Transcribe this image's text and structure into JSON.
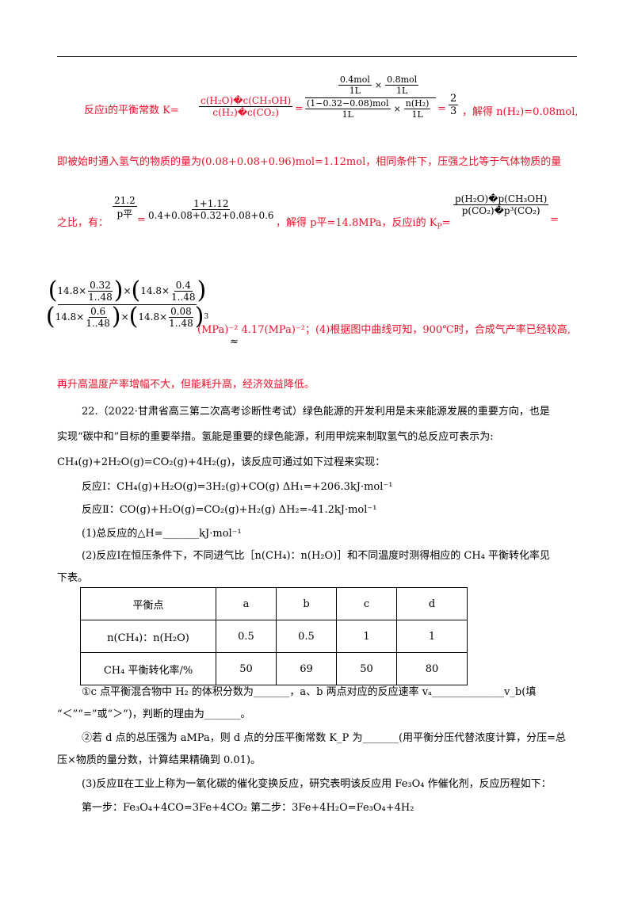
{
  "sol": {
    "k_prefix": "反应ⅰ的平衡常数 K=",
    "k_expr_num": "c(H₂O)�c(CH₃OH)",
    "k_expr_den": "c(H₂)�c(CO₂)",
    "f1_num_a": "0.4mol",
    "f1_den_a": "1L",
    "f1_num_b": "0.8mol",
    "f1_den_b": "1L",
    "f1_num_c": "(1−0.32−0.08)mol",
    "f1_den_c": "1L",
    "f1_num_d": "n(H₂)",
    "f1_den_d": "1L",
    "times": "×",
    "eq": "=",
    "two": "2",
    "three": "3",
    "k_result": "，解得 n(H₂)=0.08mol,",
    "line2": "即被始时通入氢气的物质的量为(0.08+0.08+0.96)mol=1.12mol，相同条件下，压强之比等于气体物质的量",
    "line3_prefix": "之比，有：",
    "f2_num": "21.2",
    "f2_den": "p平",
    "f3_num": "1+1.12",
    "f3_den": "0.4+0.08+0.32+0.08+0.6",
    "line3_mid": "，解得 p平=14.8MPa，反应ⅰ的 K",
    "kp_sub": "P",
    "line3_eq": "=",
    "kp_num": "p(H₂O)�p(CH₃OH)",
    "kp_den": "p(CO₂)�p³(CO₂)",
    "line3_end": "=",
    "b1_v": "14.8×",
    "b1_n": "0.32",
    "b1_d": "1..48",
    "b2_v": "14.8×",
    "b2_n": "0.4",
    "b2_d": "1..48",
    "b3_v": "14.8×",
    "b3_n": "0.6",
    "b3_d": "1..48",
    "b4_v": "14.8×",
    "b4_n": "0.08",
    "b4_d": "1..48",
    "b4_exp": "3",
    "line4_tail": "(MPa)⁻²  4.17(MPa)⁻²；(4)根据图中曲线可知，900℃时，合成气产率已经较高,",
    "approx": "≈",
    "line5": "再升高温度产率增幅不大，但能耗升高，经济效益降低。"
  },
  "q22": {
    "p1": "22.（2022·甘肃省高三第二次高考诊断性考试）绿色能源的开发利用是未来能源发展的重要方向，也是",
    "p2": "实现“碳中和”目标的重要举措。氢能是重要的绿色能源，利用甲烷来制取氢气的总反应可表示为:",
    "p3": "CH₄(g)+2H₂O(g)=CO₂(g)+4H₂(g)，该反应可通过如下过程来实现：",
    "r1": "反应Ⅰ：CH₄(g)+H₂O(g)=3H₂(g)+CO(g)  ΔH₁=+206.3kJ·mol⁻¹",
    "r2": "反应Ⅱ：CO(g)+H₂O(g)=CO₂(g)+H₂(g)  ΔH₂=-41.2kJ·mol⁻¹",
    "s1": "(1)总反应的△H=_______kJ·mol⁻¹",
    "s2a": "(2)反应Ⅰ在恒压条件下，不同进气比［n(CH₄)：n(H₂O)］和不同温度时测得相应的 CH₄ 平衡转化率见",
    "s2b": "下表。",
    "table": {
      "headers": [
        "平衡点",
        "a",
        "b",
        "c",
        "d"
      ],
      "rows": [
        [
          "n(CH₄)：n(H₂O)",
          "0.5",
          "0.5",
          "1",
          "1"
        ],
        [
          "CH₄ 平衡转化率/%",
          "50",
          "69",
          "50",
          "80"
        ]
      ]
    },
    "c1": "①c 点平衡混合物中 H₂ 的体积分数为_______，a、b 两点对应的反应速率 vₐ______________v_b(填",
    "c2": "“＜”“=”或“＞”)，判断的理由为_______。",
    "c3": "②若 d 点的总压强为 aMPa，则 d 点的分压平衡常数 K_P 为_______(用平衡分压代替浓度计算，分压=总",
    "c4": "压×物质的量分数，计算结果精确到 0.01)。",
    "s3a": "(3)反应Ⅱ在工业上称为一氧化碳的催化变换反应，研究表明该反应用 Fe₃O₄ 作催化剂，反应历程如下：",
    "s3b": "第一步：Fe₃O₄+4CO=3Fe+4CO₂ 第二步：3Fe+4H₂O=Fe₃O₄+4H₂"
  }
}
